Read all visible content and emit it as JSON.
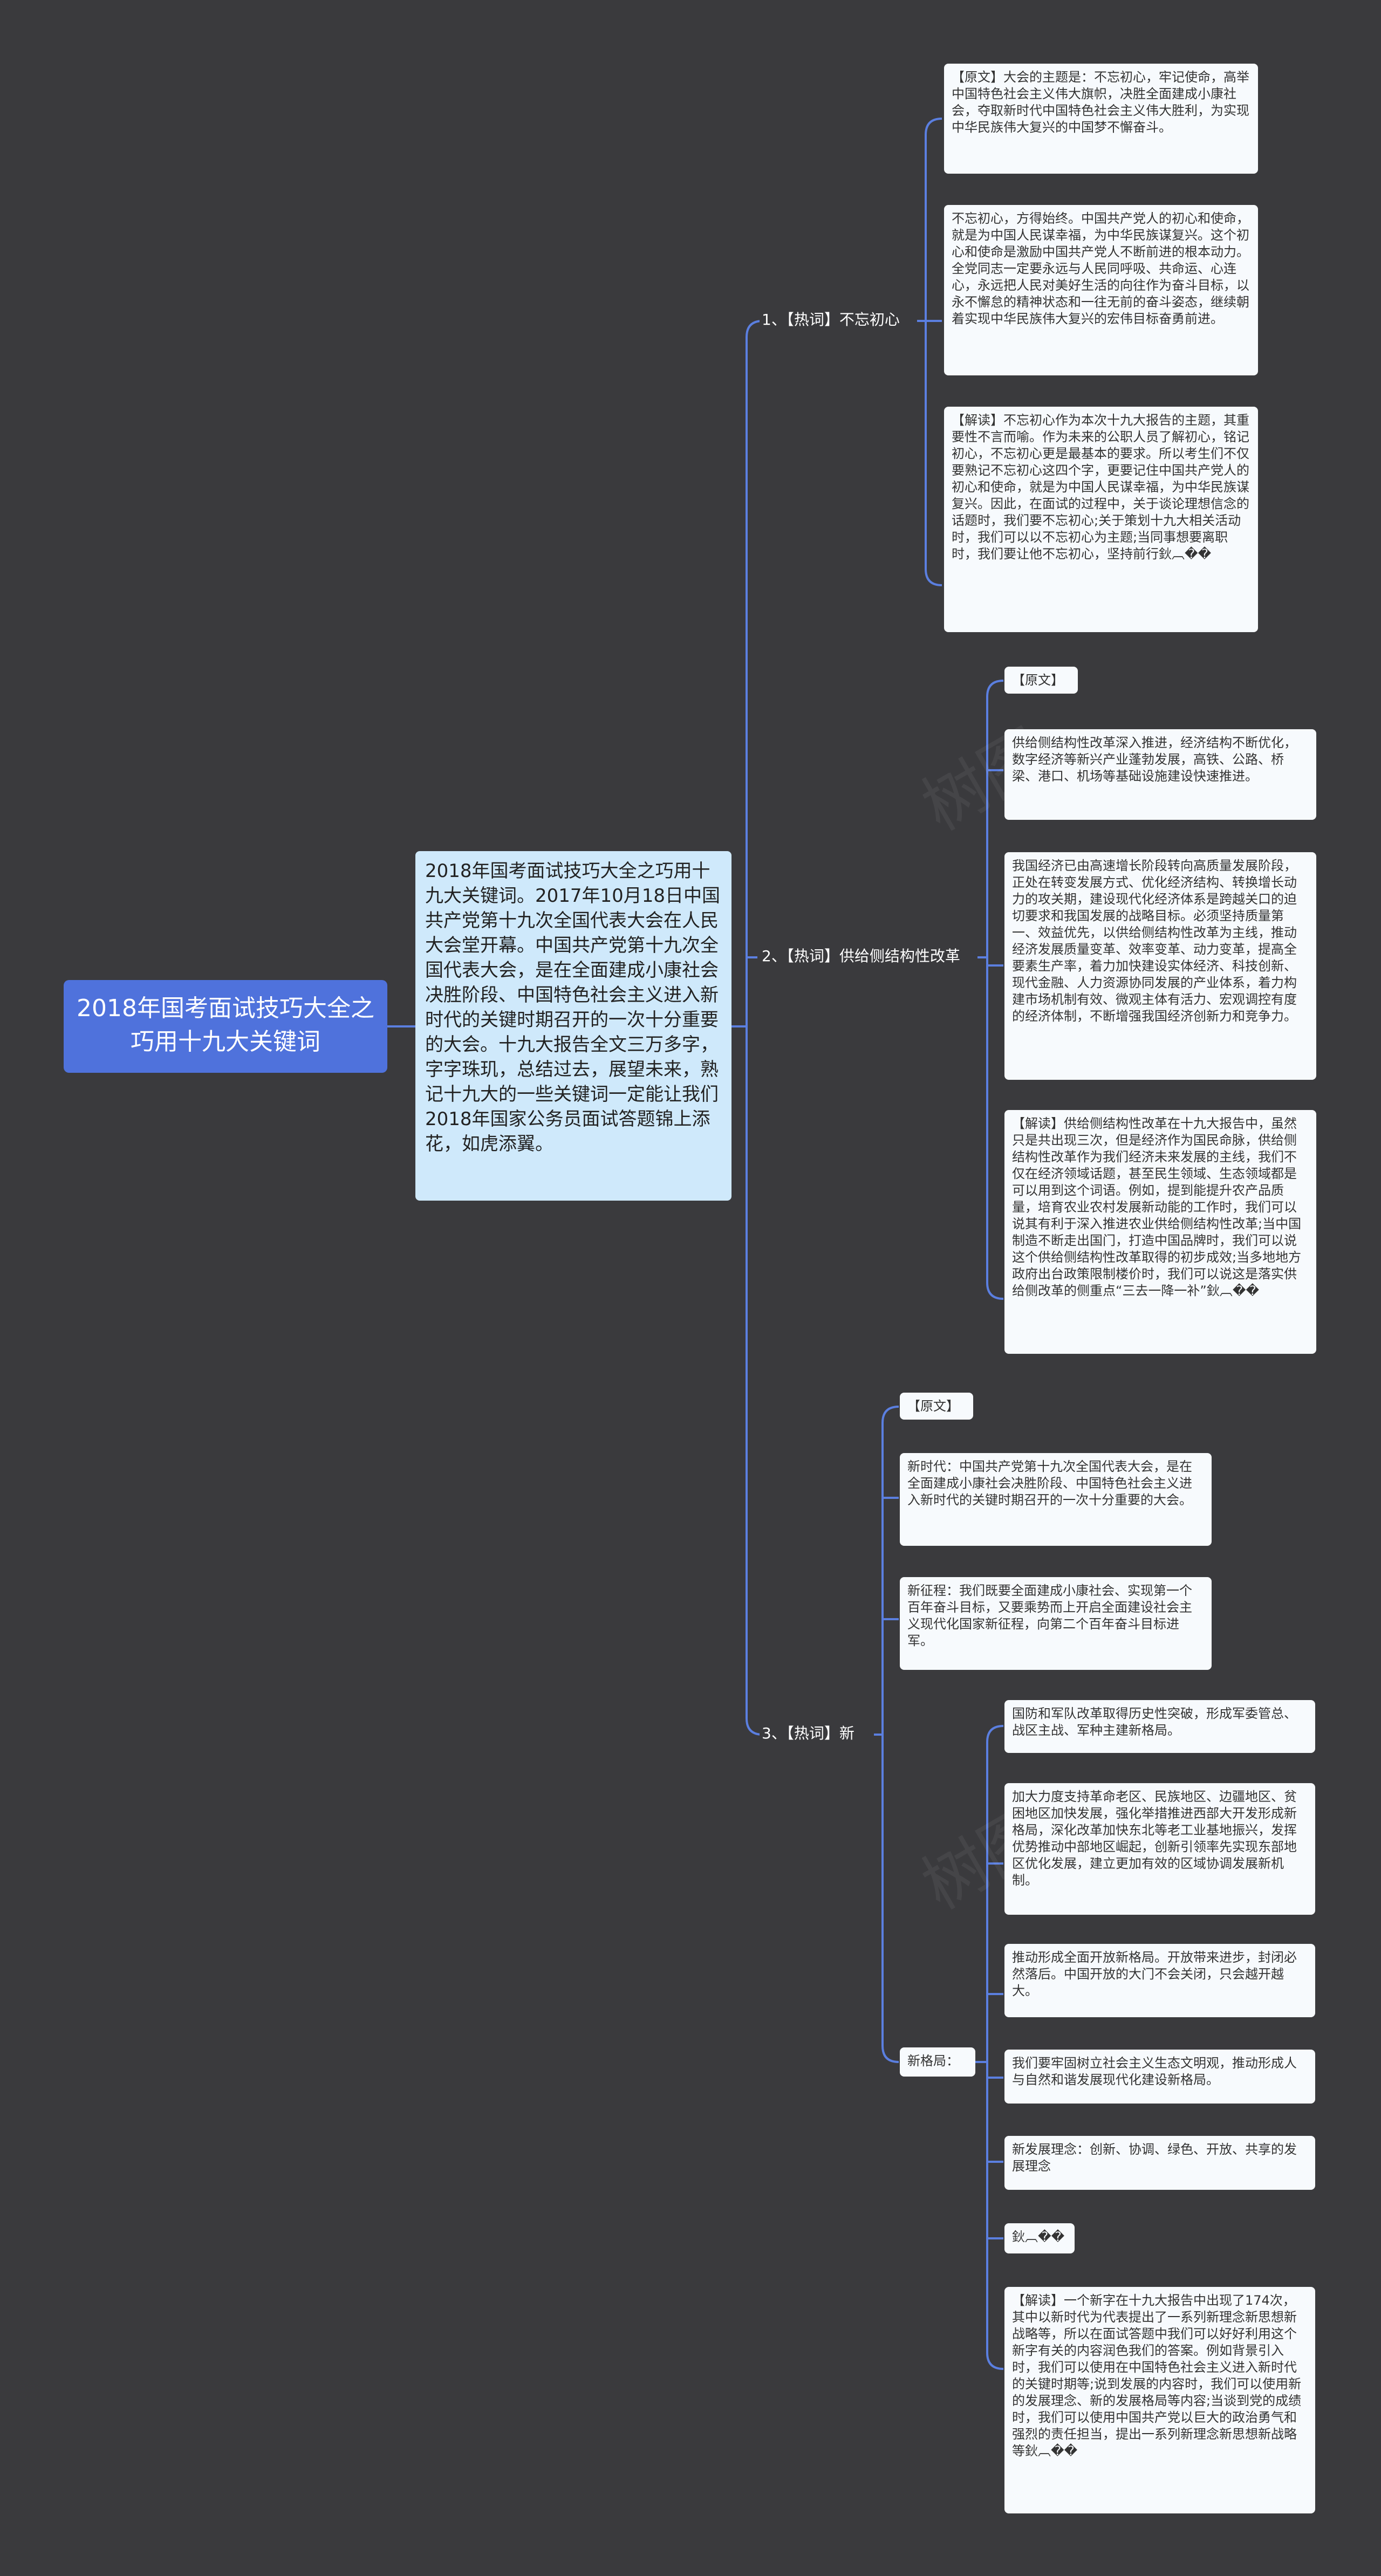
{
  "root": {
    "title": "2018年国考面试技巧大全之巧用十九大关键词"
  },
  "intro": {
    "text": "2018年国考面试技巧大全之巧用十九大关键词。2017年10月18日中国共产党第十九次全国代表大会在人民大会堂开幕。中国共产党第十九次全国代表大会，是在全面建成小康社会决胜阶段、中国特色社会主义进入新时代的关键时期召开的一次十分重要的大会。十九大报告全文三万多字，字字珠玑，总结过去，展望未来，熟记十九大的一些关键词一定能让我们2018年国家公务员面试答题锦上添花，如虎添翼。"
  },
  "b1": {
    "label": "1、【热词】不忘初心",
    "cards": [
      "【原文】大会的主题是：不忘初心，牢记使命，高举中国特色社会主义伟大旗帜，决胜全面建成小康社会，夺取新时代中国特色社会主义伟大胜利，为实现中华民族伟大复兴的中国梦不懈奋斗。",
      "不忘初心，方得始终。中国共产党人的初心和使命，就是为中国人民谋幸福，为中华民族谋复兴。这个初心和使命是激励中国共产党人不断前进的根本动力。全党同志一定要永远与人民同呼吸、共命运、心连心，永远把人民对美好生活的向往作为奋斗目标，以永不懈怠的精神状态和一往无前的奋斗姿态，继续朝着实现中华民族伟大复兴的宏伟目标奋勇前进。",
      "【解读】不忘初心作为本次十九大报告的主题，其重要性不言而喻。作为未来的公职人员了解初心，铭记初心，不忘初心更是最基本的要求。所以考生们不仅要熟记不忘初心这四个字，更要记住中国共产党人的初心和使命，就是为中国人民谋幸福，为中华民族谋复兴。因此，在面试的过程中，关于谈论理想信念的话题时，我们要不忘初心;关于策划十九大相关活动时，我们可以以不忘初心为主题;当同事想要离职时，我们要让他不忘初心，坚持前行鈥︹��"
    ]
  },
  "b2": {
    "label": "2、【热词】供给侧结构性改革",
    "cards": [
      "【原文】",
      "供给侧结构性改革深入推进，经济结构不断优化，数字经济等新兴产业蓬勃发展，高铁、公路、桥梁、港口、机场等基础设施建设快速推进。",
      "我国经济已由高速增长阶段转向高质量发展阶段，正处在转变发展方式、优化经济结构、转换增长动力的攻关期，建设现代化经济体系是跨越关口的迫切要求和我国发展的战略目标。必须坚持质量第一、效益优先，以供给侧结构性改革为主线，推动经济发展质量变革、效率变革、动力变革，提高全要素生产率，着力加快建设实体经济、科技创新、现代金融、人力资源协同发展的产业体系，着力构建市场机制有效、微观主体有活力、宏观调控有度的经济体制，不断增强我国经济创新力和竞争力。",
      "【解读】供给侧结构性改革在十九大报告中，虽然只是共出现三次，但是经济作为国民命脉，供给侧结构性改革作为我们经济未来发展的主线，我们不仅在经济领域话题，甚至民生领域、生态领域都是可以用到这个词语。例如，提到能提升农产品质量，培育农业农村发展新动能的工作时，我们可以说其有利于深入推进农业供给侧结构性改革;当中国制造不断走出国门，打造中国品牌时，我们可以说这个供给侧结构性改革取得的初步成效;当多地地方政府出台政策限制楼价时，我们可以说这是落实供给侧改革的侧重点“三去一降一补”鈥︹��"
    ]
  },
  "b3": {
    "label": "3、【热词】新",
    "cards": [
      "【原文】",
      "新时代：中国共产党第十九次全国代表大会，是在全面建成小康社会决胜阶段、中国特色社会主义进入新时代的关键时期召开的一次十分重要的大会。",
      "新征程：我们既要全面建成小康社会、实现第一个百年奋斗目标，又要乘势而上开启全面建设社会主义现代化国家新征程，向第二个百年奋斗目标进军。"
    ],
    "sub_label": "新格局：",
    "sub_cards": [
      "国防和军队改革取得历史性突破，形成军委管总、战区主战、军种主建新格局。",
      "加大力度支持革命老区、民族地区、边疆地区、贫困地区加快发展，强化举措推进西部大开发形成新格局，深化改革加快东北等老工业基地振兴，发挥优势推动中部地区崛起，创新引领率先实现东部地区优化发展，建立更加有效的区域协调发展新机制。",
      "推动形成全面开放新格局。开放带来进步，封闭必然落后。中国开放的大门不会关闭，只会越开越大。",
      "我们要牢固树立社会主义生态文明观，推动形成人与自然和谐发展现代化建设新格局。",
      "新发展理念：创新、协调、绿色、开放、共享的发展理念",
      "鈥︹��",
      "【解读】一个新字在十九大报告中出现了174次，其中以新时代为代表提出了一系列新理念新思想新战略等，所以在面试答题中我们可以好好利用这个新字有关的内容润色我们的答案。例如背景引入时，我们可以使用在中国特色社会主义进入新时代的关键时期等;说到发展的内容时，我们可以使用新的发展理念、新的发展格局等内容;当谈到党的成绩时，我们可以使用中国共产党以巨大的政治勇气和强烈的责任担当，提出一系列新理念新思想新战略等鈥︹��"
    ]
  },
  "colors": {
    "background": "#3a3a3d",
    "root": "#4f72dc",
    "intro": "#cfe9fb",
    "card": "#f7fafd",
    "line": "#5b7fe0"
  }
}
